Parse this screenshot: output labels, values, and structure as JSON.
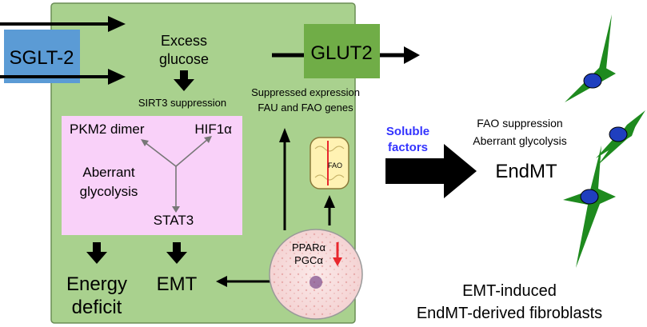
{
  "labels": {
    "sglt2": "SGLT-2",
    "excess_glucose_line1": "Excess",
    "excess_glucose_line2": "glucose",
    "glut2": "GLUT2",
    "sirt3": "SIRT3 suppression",
    "suppressed_line1": "Suppressed expression",
    "suppressed_line2": "FAU and FAO genes",
    "pkm2": "PKM2 dimer",
    "hif1a": "HIF1α",
    "aberrant_line1": "Aberrant",
    "aberrant_line2": "glycolysis",
    "stat3": "STAT3",
    "fao": "FAO",
    "ppara": "PPARα",
    "pgca": "PGCα",
    "energy_line1": "Energy",
    "energy_line2": "deficit",
    "emt": "EMT",
    "soluble_line1": "Soluble",
    "soluble_line2": "factors",
    "fao_suppression": "FAO suppression",
    "aberrant_glycolysis": "Aberrant glycolysis",
    "endmt": "EndMT",
    "fibro_line1": "EMT-induced",
    "fibro_line2": "EndMT-derived fibroblasts"
  },
  "colors": {
    "cell_fill": "#a9d18e",
    "cell_stroke": "#6a8d55",
    "sglt2_fill": "#5b9bd5",
    "glut2_fill": "#70ad47",
    "glycolysis_box": "#f9d1f9",
    "soluble_text": "#3333ff",
    "fibroblast_green": "#1e8a1e",
    "fibroblast_nucleus": "#1f3fbf",
    "arrow_red": "#e8272d",
    "mito_fill": "#fff2b3"
  },
  "icons": {
    "mitochondrion": "mitochondrion-icon",
    "nucleus": "nucleus-icon",
    "fibroblast": "fibroblast-icon"
  }
}
